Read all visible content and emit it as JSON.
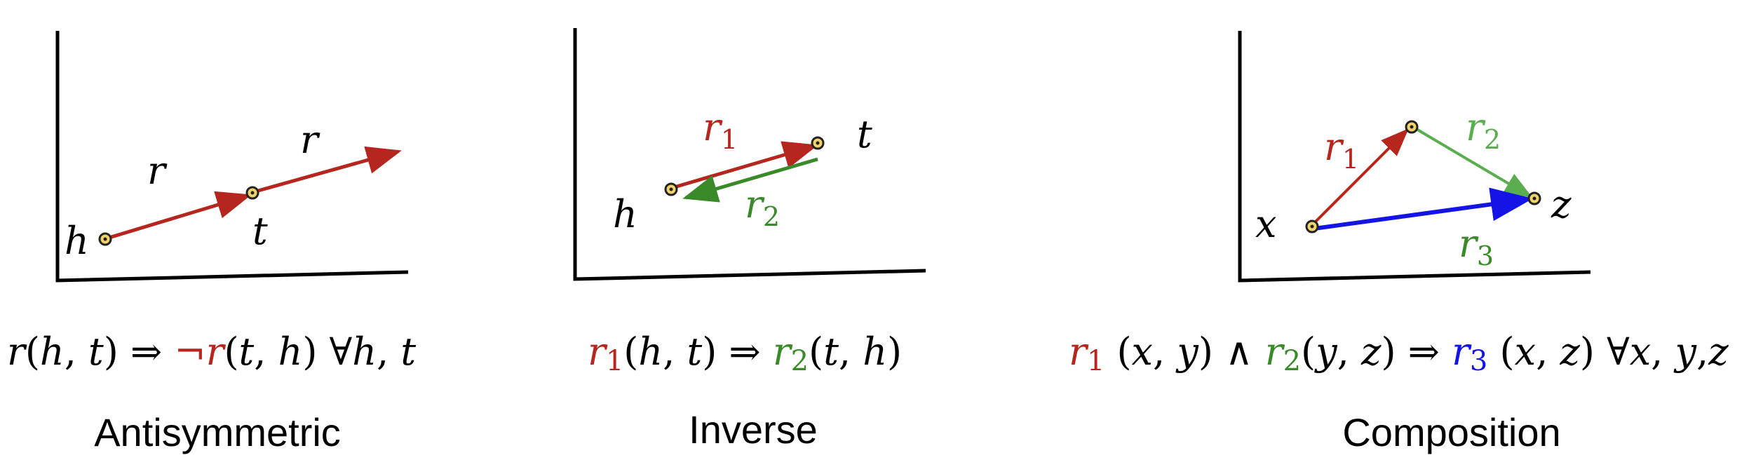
{
  "colors": {
    "axis": "#000000",
    "red": "#b5261e",
    "green": "#3a8a2a",
    "light_green": "#5aae50",
    "blue": "#1414e6",
    "node_fill": "#f2d36b",
    "node_stroke": "#222222"
  },
  "panels": [
    {
      "name": "antisymmetric",
      "title": "Antisymmetric",
      "labels": {
        "h": "h",
        "t": "t",
        "r_left": "r",
        "r_right": "r"
      },
      "formula": {
        "p1": "r",
        "p2": "(",
        "p3": "h",
        "p4": ", ",
        "p5": "t",
        "p6": ") ⇒ ",
        "neg": "¬",
        "p7": "r",
        "p8": "(",
        "p9": "t",
        "p10": ", ",
        "p11": "h",
        "p12": ") ∀",
        "p13": "h",
        "p14": ", ",
        "p15": "t"
      }
    },
    {
      "name": "inverse",
      "title": "Inverse",
      "labels": {
        "h": "h",
        "t": "t",
        "r1_base": "r",
        "r1_sub": "1",
        "r2_base": "r",
        "r2_sub": "2"
      },
      "formula": {
        "r1": "r",
        "r1_sub": "1",
        "p1": "(",
        "p2": "h",
        "p3": ", ",
        "p4": "t",
        "p5": ") ⇒ ",
        "r2": "r",
        "r2_sub": "2",
        "p6": "(",
        "p7": "t",
        "p8": ", ",
        "p9": "h",
        "p10": ")"
      }
    },
    {
      "name": "composition",
      "title": "Composition",
      "labels": {
        "x": "x",
        "z": "z",
        "r1_base": "r",
        "r1_sub": "1",
        "r2_base": "r",
        "r2_sub": "2",
        "r3_base": "r",
        "r3_sub": "3"
      },
      "formula": {
        "r1": "r",
        "r1_sub": "1",
        "p1": " (",
        "p2": "x",
        "p3": ", ",
        "p4": "y",
        "p5": ") ∧ ",
        "r2": "r",
        "r2_sub": "2",
        "p6": "(",
        "p7": "y",
        "p8": ", ",
        "p9": "z",
        "p10": ") ⇒ ",
        "r3": "r",
        "r3_sub": "3",
        "p11": " (",
        "p12": "x",
        "p13": ", ",
        "p14": "z",
        "p15": ")  ∀",
        "p16": "x",
        "p17": ", ",
        "p18": "y",
        "p19": ",",
        "p20": "z"
      }
    }
  ]
}
